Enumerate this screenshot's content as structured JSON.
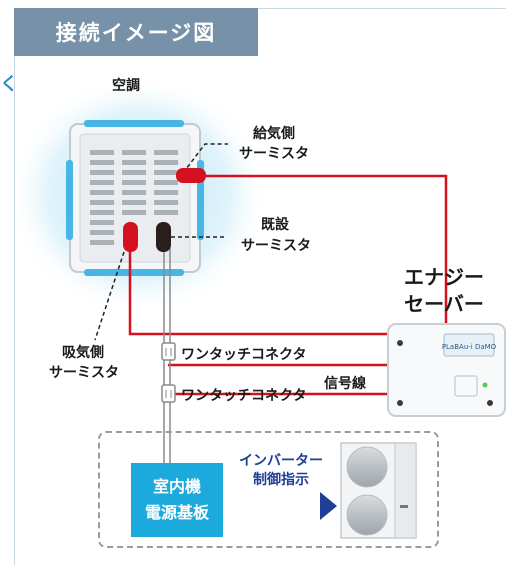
{
  "title": "接続イメージ図",
  "side_mark": "く",
  "labels": {
    "aircon": "空調",
    "supply_l1": "給気側",
    "supply_l2": "サーミスタ",
    "existing_l1": "既設",
    "existing_l2": "サーミスタ",
    "intake_l1": "吸気側",
    "intake_l2": "サーミスタ",
    "energy_l1": "エナジー",
    "energy_l2": "セーバー",
    "connector1": "ワンタッチコネクタ",
    "connector2": "ワンタッチコネクタ",
    "signal": "信号線",
    "inverter_l1": "インバーター",
    "inverter_l2": "制御指示",
    "board_l1": "室内機",
    "board_l2": "電源基板",
    "device_brand": "PLaBAu-i DaMO"
  },
  "colors": {
    "title_bg": "#7791a8",
    "signal_red": "#d5101f",
    "board_blue": "#1ca9dc",
    "glow_blue": "#6bc6ec",
    "arrow_navy": "#1f3f96"
  }
}
